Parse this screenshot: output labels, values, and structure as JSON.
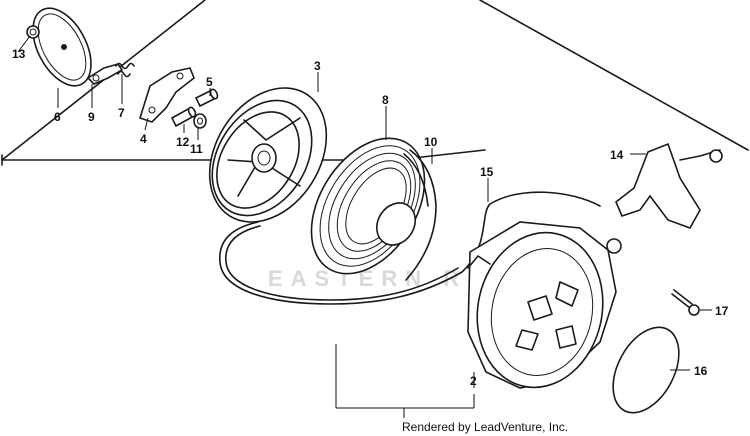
{
  "diagram": {
    "callouts": {
      "p2": "2",
      "p3": "3",
      "p4": "4",
      "p5": "5",
      "p6": "6",
      "p7": "7",
      "p8": "8",
      "p9": "9",
      "p10": "10",
      "p11": "11",
      "p12": "12",
      "p13": "13",
      "p14": "14",
      "p15": "15",
      "p16": "16",
      "p17": "17"
    },
    "watermark": "EASTERN RIDGE",
    "credit": "Rendered by LeadVenture, Inc."
  }
}
